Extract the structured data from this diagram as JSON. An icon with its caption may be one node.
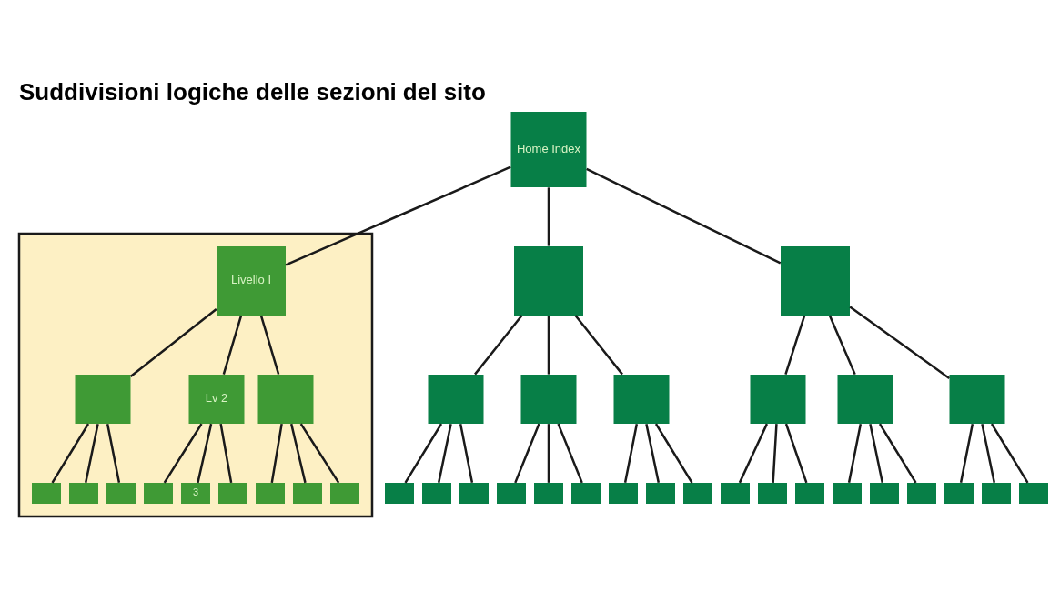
{
  "diagram": {
    "title": "Suddivisioni logiche delle sezioni del sito",
    "nodes": [
      {
        "text": [
          "Home Index"
        ]
      },
      {
        "text": [],
        "shape": "box"
      },
      {
        "text": [],
        "shape": "box"
      },
      {
        "text": [
          "Livello I"
        ],
        "in": 1
      },
      {
        "text": [],
        "shape": "box"
      },
      {
        "text": [],
        "shape": "box"
      },
      {
        "text": [],
        "shape": "box"
      },
      {
        "text": [],
        "shape": "box"
      },
      {
        "text": [],
        "shape": "box",
        "in": 1
      },
      {
        "text": [
          "Lv 2"
        ],
        "in": 1
      },
      {
        "text": [],
        "shape": "box",
        "in": 1
      },
      {
        "text": [],
        "shape": "box"
      },
      {
        "text": [],
        "shape": "box"
      },
      {
        "text": [],
        "shape": "box"
      },
      {
        "text": [],
        "shape": "box"
      },
      {
        "text": [],
        "shape": "box"
      },
      {
        "text": [],
        "shape": "box"
      },
      {
        "text": [],
        "shape": "box"
      },
      {
        "text": [],
        "shape": "box"
      },
      {
        "text": [],
        "shape": "box"
      },
      {
        "text": [],
        "shape": "box"
      },
      {
        "text": [],
        "shape": "box"
      },
      {
        "text": [],
        "shape": "box"
      },
      {
        "text": [],
        "shape": "box",
        "in": 1
      },
      {
        "text": [],
        "shape": "box",
        "in": 1
      },
      {
        "text": [],
        "shape": "box",
        "in": 1
      },
      {
        "text": [],
        "shape": "box",
        "in": 1
      },
      {
        "text": [
          "3"
        ],
        "in": 1
      },
      {
        "text": [],
        "shape": "box",
        "in": 1
      },
      {
        "text": [],
        "shape": "box",
        "in": 1
      },
      {
        "text": [],
        "shape": "box",
        "in": 1
      },
      {
        "text": [],
        "shape": "box",
        "in": 1
      },
      {
        "text": [],
        "shape": "box"
      },
      {
        "text": [],
        "shape": "box"
      },
      {
        "text": [],
        "shape": "box"
      },
      {
        "text": [],
        "shape": "box"
      },
      {
        "text": [],
        "shape": "box"
      },
      {
        "text": [],
        "shape": "box"
      },
      {
        "text": [],
        "shape": "box"
      },
      {
        "text": [],
        "shape": "box"
      },
      {
        "text": [],
        "shape": "box"
      }
    ],
    "edges": [
      {
        "from": 0,
        "to": 2,
        "arrow": "none"
      },
      {
        "from": 0,
        "to": 3,
        "arrow": "none"
      },
      {
        "from": 0,
        "to": 4,
        "arrow": "none"
      },
      {
        "from": 2,
        "to": 5,
        "arrow": "none"
      },
      {
        "from": 2,
        "to": 6,
        "arrow": "none"
      },
      {
        "from": 2,
        "to": 7,
        "arrow": "none"
      },
      {
        "from": 3,
        "to": 8,
        "arrow": "none"
      },
      {
        "from": 3,
        "to": 9,
        "arrow": "none"
      },
      {
        "from": 3,
        "to": 10,
        "arrow": "none"
      },
      {
        "from": 4,
        "to": 11,
        "arrow": "none"
      },
      {
        "from": 4,
        "to": 12,
        "arrow": "none"
      },
      {
        "from": 4,
        "to": 13,
        "arrow": "none"
      },
      {
        "from": 5,
        "to": 14,
        "arrow": "none"
      },
      {
        "from": 5,
        "to": 15,
        "arrow": "none"
      },
      {
        "from": 5,
        "to": 16,
        "arrow": "none"
      },
      {
        "from": 6,
        "to": 17,
        "arrow": "none"
      },
      {
        "from": 6,
        "to": 18,
        "arrow": "none"
      },
      {
        "from": 6,
        "to": 19,
        "arrow": "none"
      },
      {
        "from": 7,
        "to": 20,
        "arrow": "none"
      },
      {
        "from": 7,
        "to": 21,
        "arrow": "none"
      },
      {
        "from": 7,
        "to": 22,
        "arrow": "none"
      },
      {
        "from": 8,
        "to": 23,
        "arrow": "none"
      },
      {
        "from": 8,
        "to": 24,
        "arrow": "none"
      },
      {
        "from": 8,
        "to": 25,
        "arrow": "none"
      },
      {
        "from": 9,
        "to": 26,
        "arrow": "none"
      },
      {
        "from": 9,
        "to": 27,
        "arrow": "none"
      },
      {
        "from": 9,
        "to": 28,
        "arrow": "none"
      },
      {
        "from": 10,
        "to": 29,
        "arrow": "none"
      },
      {
        "from": 10,
        "to": 30,
        "arrow": "none"
      },
      {
        "from": 10,
        "to": 31,
        "arrow": "none"
      },
      {
        "from": 11,
        "to": 32,
        "arrow": "none"
      },
      {
        "from": 11,
        "to": 33,
        "arrow": "none"
      },
      {
        "from": 11,
        "to": 34,
        "arrow": "none"
      },
      {
        "from": 12,
        "to": 35,
        "arrow": "none"
      },
      {
        "from": 12,
        "to": 36,
        "arrow": "none"
      },
      {
        "from": 12,
        "to": 37,
        "arrow": "none"
      },
      {
        "from": 13,
        "to": 38,
        "arrow": "none"
      },
      {
        "from": 13,
        "to": 39,
        "arrow": "none"
      },
      {
        "from": 13,
        "to": 40,
        "arrow": "none"
      }
    ]
  }
}
